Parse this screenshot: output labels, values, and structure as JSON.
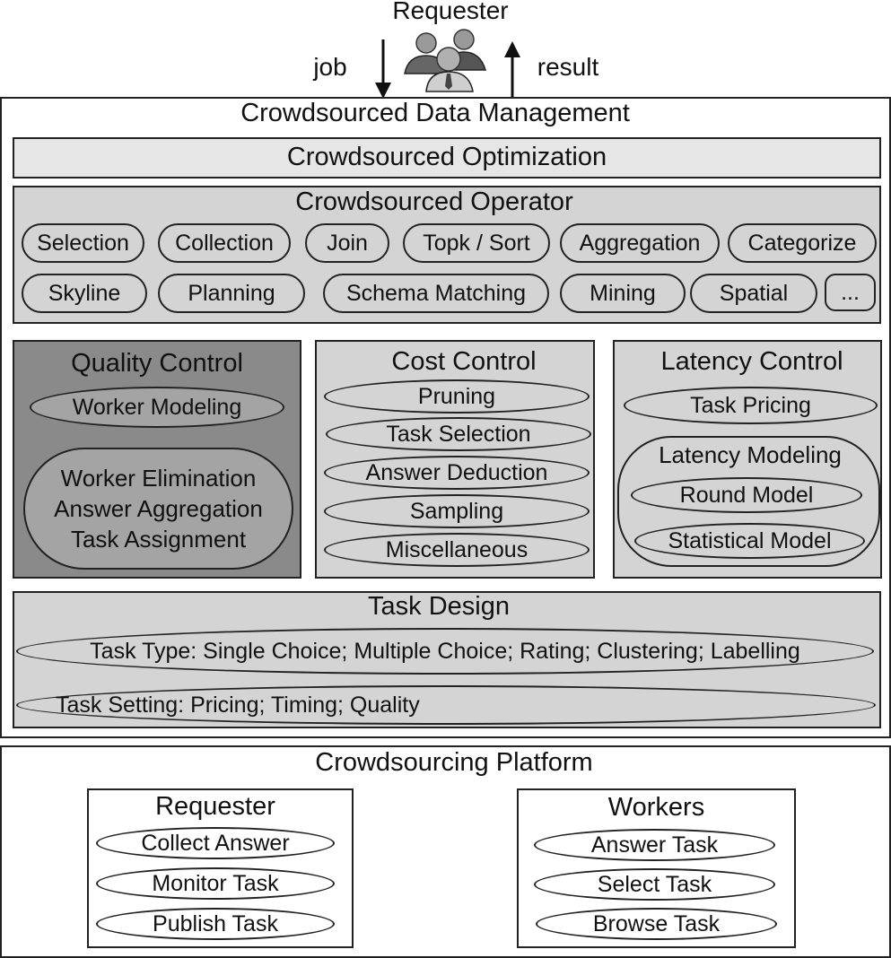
{
  "top": {
    "requester": "Requester",
    "job": "job",
    "result": "result"
  },
  "cdm": {
    "title": "Crowdsourced Data Management"
  },
  "optimization": {
    "title": "Crowdsourced Optimization"
  },
  "operator": {
    "title": "Crowdsourced Operator",
    "row1": [
      "Selection",
      "Collection",
      "Join",
      "Topk / Sort",
      "Aggregation",
      "Categorize"
    ],
    "row2": [
      "Skyline",
      "Planning",
      "Schema Matching",
      "Mining",
      "Spatial",
      "..."
    ]
  },
  "quality": {
    "title": "Quality Control",
    "worker_modeling": "Worker Modeling",
    "group": [
      "Worker Elimination",
      "Answer Aggregation",
      "Task Assignment"
    ]
  },
  "cost": {
    "title": "Cost Control",
    "items": [
      "Pruning",
      "Task Selection",
      "Answer Deduction",
      "Sampling",
      "Miscellaneous"
    ]
  },
  "latency": {
    "title": "Latency Control",
    "task_pricing": "Task Pricing",
    "modeling_title": "Latency Modeling",
    "round_model": "Round Model",
    "statistical_model": "Statistical Model"
  },
  "task_design": {
    "title": "Task Design",
    "type": "Task Type: Single Choice; Multiple Choice; Rating; Clustering; Labelling",
    "setting": "Task Setting: Pricing; Timing; Quality"
  },
  "platform": {
    "title": "Crowdsourcing Platform",
    "requester": {
      "title": "Requester",
      "items": [
        "Collect Answer",
        "Monitor Task",
        "Publish Task"
      ]
    },
    "workers": {
      "title": "Workers",
      "items": [
        "Answer Task",
        "Select Task",
        "Browse Task"
      ]
    }
  }
}
